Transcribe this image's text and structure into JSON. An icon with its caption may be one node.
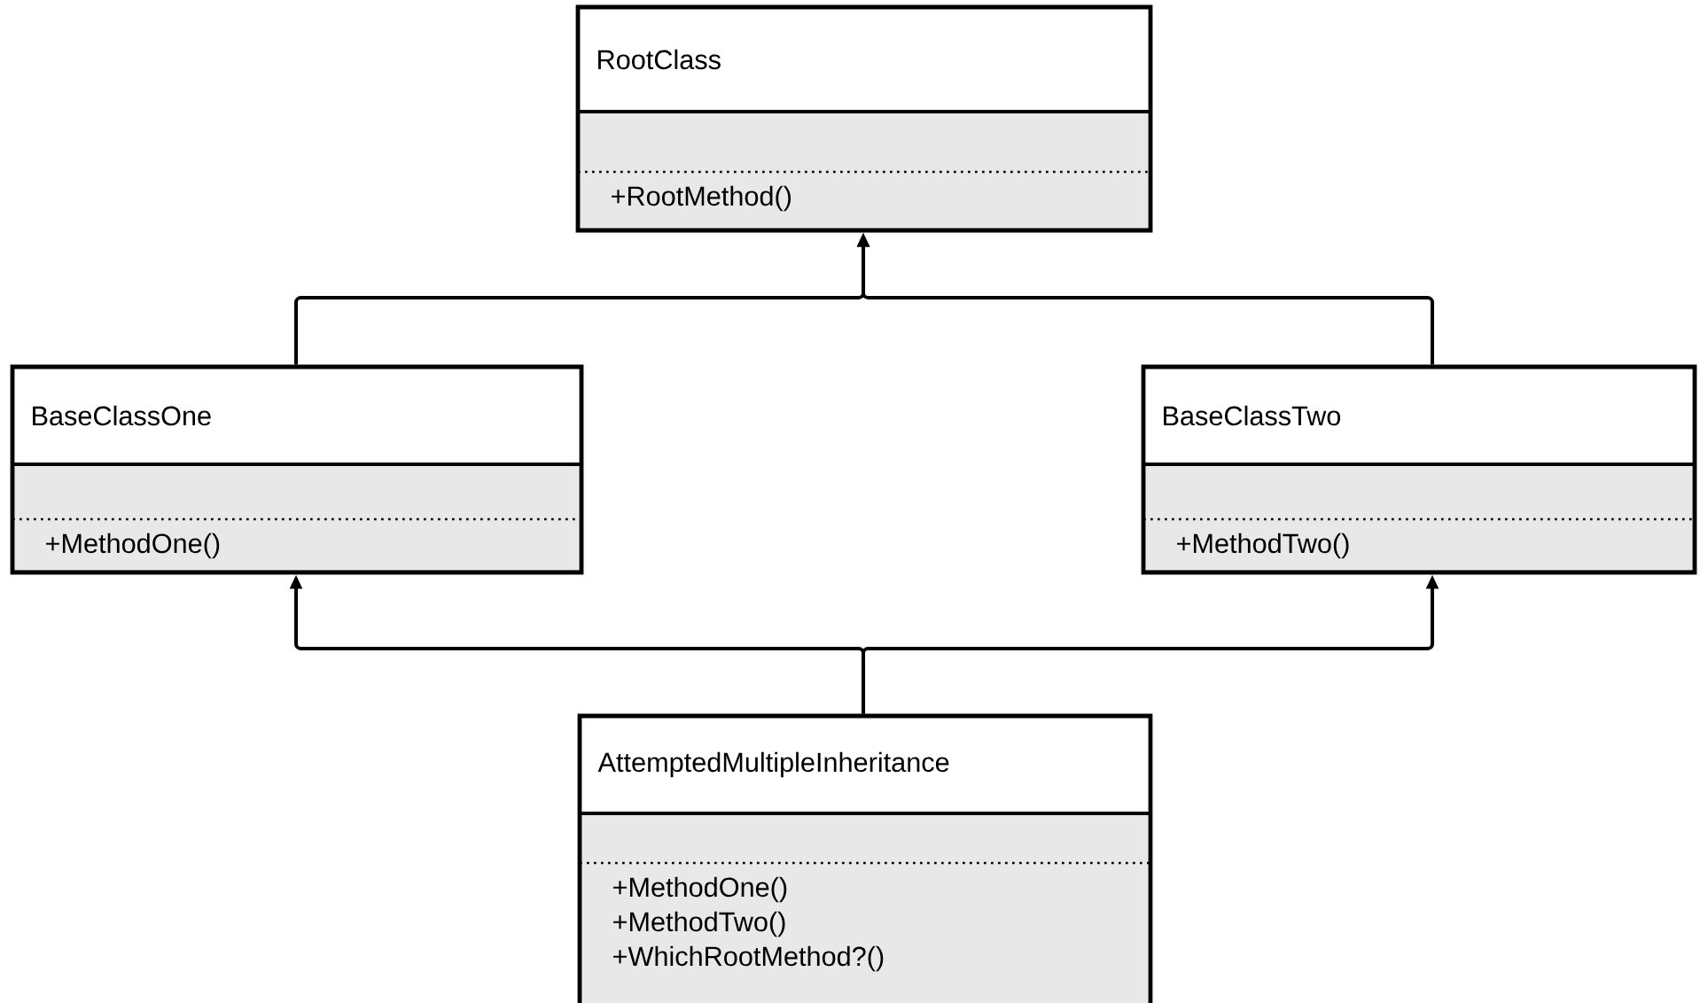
{
  "diagram": {
    "nodes": [
      {
        "text": [
          "RootClass",
          "+RootMethod()"
        ]
      },
      {
        "text": [
          "BaseClassOne",
          "+MethodOne()"
        ]
      },
      {
        "text": [
          "BaseClassTwo",
          "+MethodTwo()"
        ]
      },
      {
        "text": [
          "AttemptedMultipleInheritance",
          "+MethodOne()",
          "+MethodTwo()",
          "+WhichRootMethod?()"
        ]
      }
    ],
    "edges": [
      {
        "from": 1,
        "to": 0,
        "arrow": "to"
      },
      {
        "from": 2,
        "to": 0,
        "arrow": "to"
      },
      {
        "from": 3,
        "to": 1,
        "arrow": "to"
      },
      {
        "from": 3,
        "to": 2,
        "arrow": "to"
      }
    ]
  }
}
